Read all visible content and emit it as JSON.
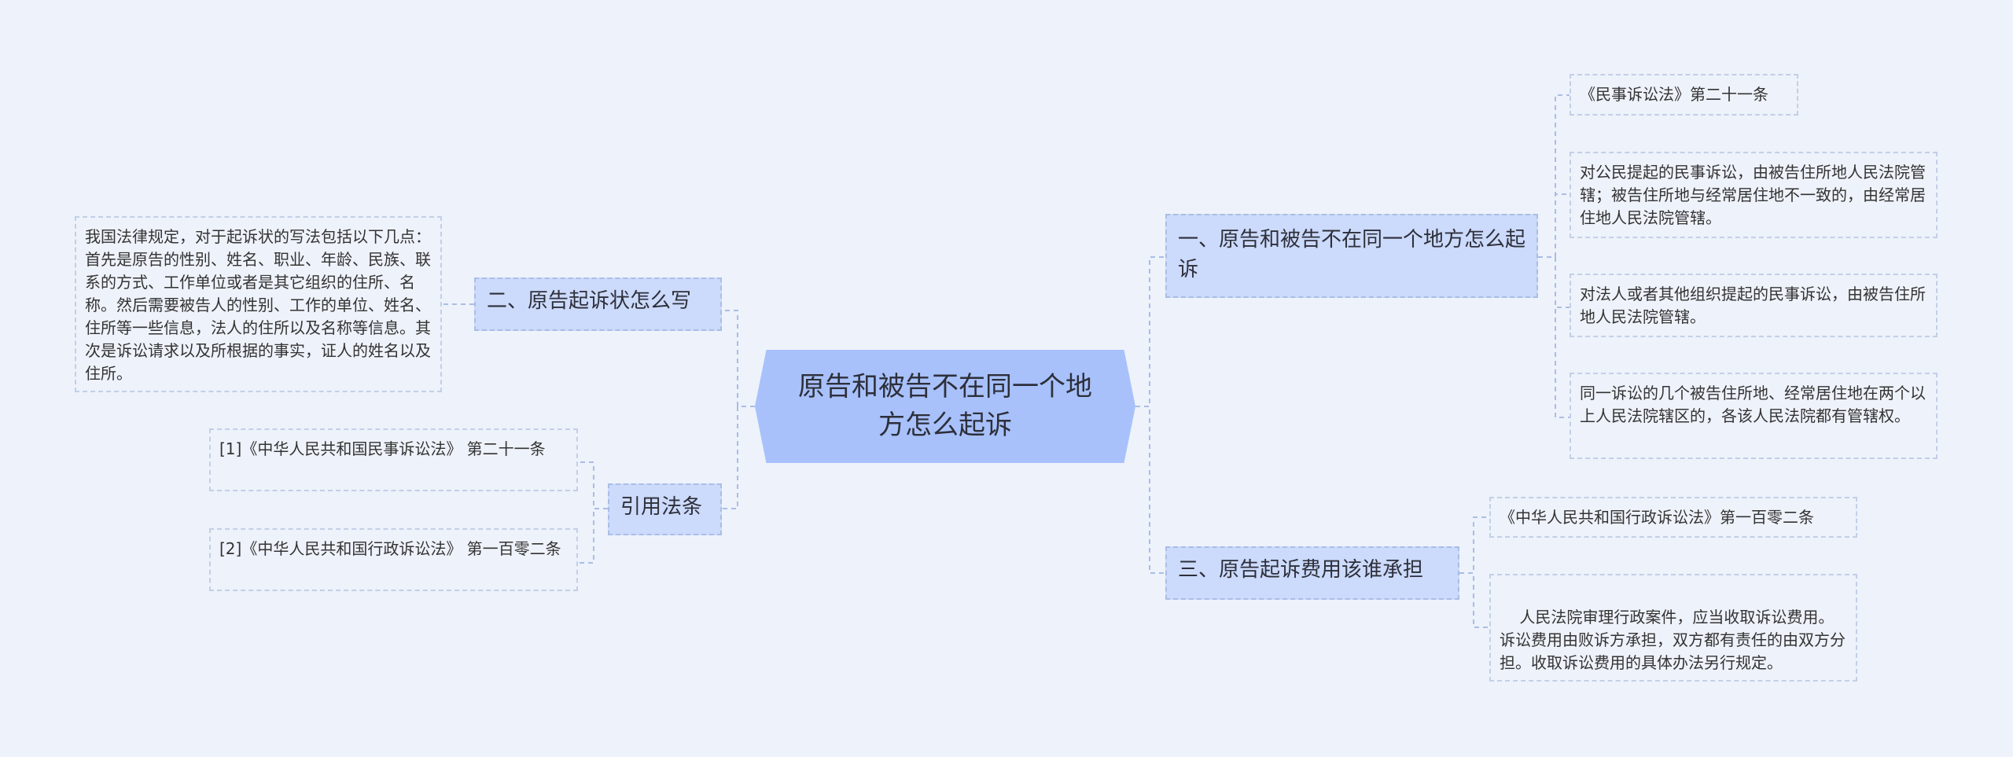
{
  "diagram": {
    "root": "原告和被告不在同一个地方怎么起诉",
    "left": {
      "branch_complaint": {
        "title": "二、原告起诉状怎么写",
        "detail": "我国法律规定，对于起诉状的写法包括以下几点：首先是原告的性别、姓名、职业、年龄、民族、联系的方式、工作单位或者是其它组织的住所、名称。然后需要被告人的性别、工作的单位、姓名、住所等一些信息，法人的住所以及名称等信息。其次是诉讼请求以及所根据的事实，证人的姓名以及住所。"
      },
      "branch_citations": {
        "title": "引用法条",
        "items": [
          "[1]《中华人民共和国民事诉讼法》 第二十一条",
          "[2]《中华人民共和国行政诉讼法》 第一百零二条"
        ]
      }
    },
    "right": {
      "branch_jurisdiction": {
        "title": "一、原告和被告不在同一个地方怎么起诉",
        "items": [
          "《民事诉讼法》第二十一条",
          "对公民提起的民事诉讼，由被告住所地人民法院管辖；被告住所地与经常居住地不一致的，由经常居住地人民法院管辖。",
          "对法人或者其他组织提起的民事诉讼，由被告住所地人民法院管辖。",
          "同一诉讼的几个被告住所地、经常居住地在两个以上人民法院辖区的，各该人民法院都有管辖权。"
        ]
      },
      "branch_fees": {
        "title": "三、原告起诉费用该谁承担",
        "items": [
          "《中华人民共和国行政诉讼法》第一百零二条",
          "  人民法院审理行政案件，应当收取诉讼费用。诉讼费用由败诉方承担，双方都有责任的由双方分担。收取诉讼费用的具体办法另行规定。"
        ]
      }
    },
    "colors": {
      "background": "#eef2fa",
      "root_fill": "#a8c1fb",
      "branch_fill": "#ccdafb",
      "connector": "#a9bde6"
    }
  }
}
